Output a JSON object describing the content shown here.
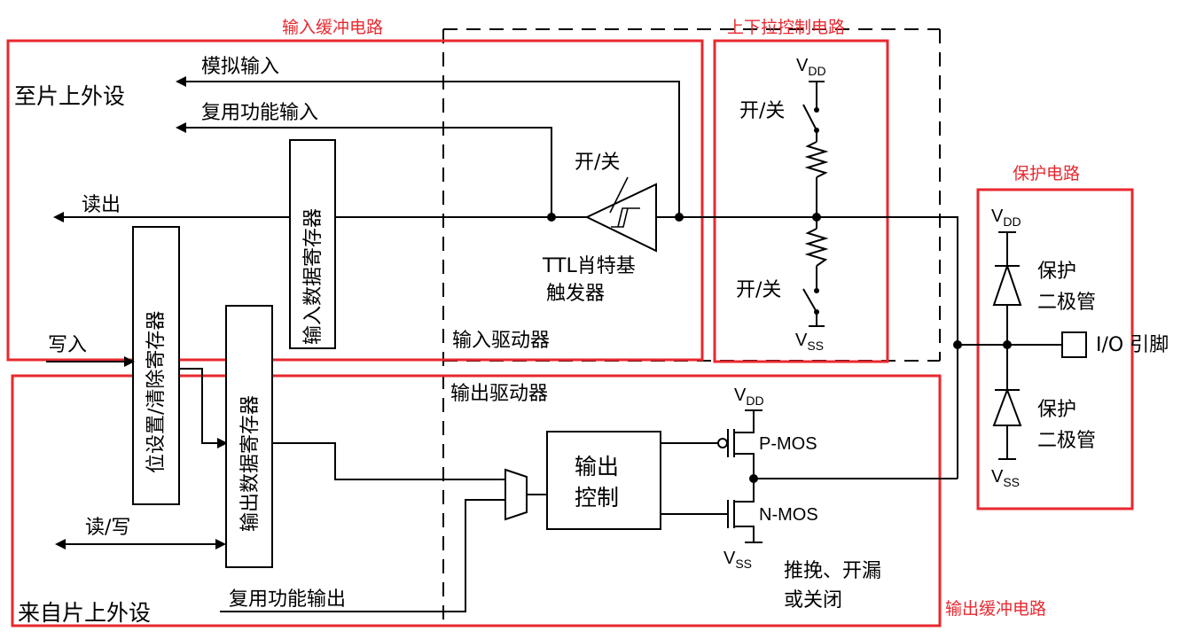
{
  "regions": {
    "input_buffer": "输入缓冲电路",
    "pull_control": "上下拉控制电路",
    "protection": "保护电路",
    "output_buffer": "输出缓冲电路"
  },
  "peripherals": {
    "to_onchip": "至片上外设",
    "from_onchip": "来自片上外设"
  },
  "signals": {
    "analog_input": "模拟输入",
    "alt_input": "复用功能输入",
    "read_out": "读出",
    "write_in": "写入",
    "read_write": "读/写",
    "alt_output": "复用功能输出"
  },
  "registers": {
    "input_data": "输入数据寄存器",
    "bit_set_clear": "位设置/清除寄存器",
    "output_data": "输出数据寄存器"
  },
  "drivers": {
    "input": "输入驱动器",
    "output": "输出驱动器"
  },
  "schmitt": {
    "switch": "开/关",
    "line1": "TTL肖特基",
    "line2": "触发器"
  },
  "pull": {
    "switch_top": "开/关",
    "switch_bottom": "开/关"
  },
  "power": {
    "vdd_main": "V",
    "vdd_main_sub": "DD",
    "vss_main": "V",
    "vss_main_sub": "SS",
    "vdd_out": "V",
    "vdd_out_sub": "DD",
    "vss_out": "V",
    "vss_out_sub": "SS",
    "vdd_prot": "V",
    "vdd_prot_sub": "DD",
    "vss_prot": "V",
    "vss_prot_sub": "SS"
  },
  "output_stage": {
    "ctrl_line1": "输出",
    "ctrl_line2": "控制",
    "pmos": "P-MOS",
    "nmos": "N-MOS",
    "mode_line1": "推挽、开漏",
    "mode_line2": "或关闭"
  },
  "protection": {
    "diode_top_line1": "保护",
    "diode_top_line2": "二极管",
    "diode_bottom_line1": "保护",
    "diode_bottom_line2": "二极管",
    "pin": "I/O 引脚"
  },
  "colors": {
    "region_border": "#e8282f",
    "line": "#000000"
  }
}
